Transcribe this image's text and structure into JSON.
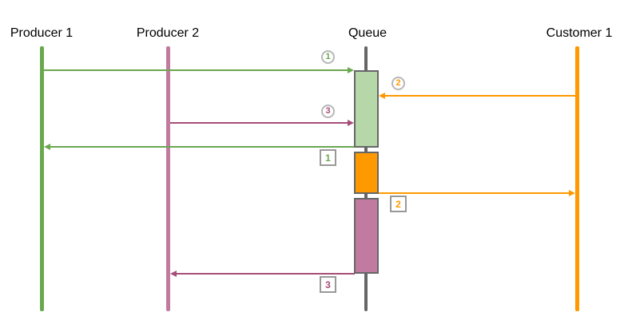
{
  "diagram": {
    "type": "sequence-diagram",
    "background": "#ffffff",
    "actors": [
      {
        "name": "Producer 1",
        "lifeline_color": "#6aa84f"
      },
      {
        "name": "Producer 2",
        "lifeline_color": "#c27ba0"
      },
      {
        "name": "Queue",
        "lifeline_color": "#666666"
      },
      {
        "name": "Customer 1",
        "lifeline_color": "#ff9900"
      }
    ],
    "activations": [
      {
        "on": "Queue",
        "fill": "#b6d7a8",
        "border": "#666666",
        "order": 1
      },
      {
        "on": "Queue",
        "fill": "#ff9900",
        "border": "#666666",
        "order": 2
      },
      {
        "on": "Queue",
        "fill": "#c27ba0",
        "border": "#666666",
        "order": 3
      }
    ],
    "messages": [
      {
        "label": "1",
        "marker": "circle",
        "color": "#6aa84f",
        "from": "Producer 1",
        "to": "Queue",
        "direction": "right"
      },
      {
        "label": "2",
        "marker": "circle",
        "color": "#ff9900",
        "from": "Customer 1",
        "to": "Queue",
        "direction": "left"
      },
      {
        "label": "3",
        "marker": "circle",
        "color": "#a64d79",
        "from": "Producer 2",
        "to": "Queue",
        "direction": "right"
      },
      {
        "label": "1",
        "marker": "square",
        "color": "#6aa84f",
        "from": "Queue",
        "to": "Producer 1",
        "direction": "left"
      },
      {
        "label": "2",
        "marker": "square",
        "color": "#ff9900",
        "from": "Queue",
        "to": "Customer 1",
        "direction": "right"
      },
      {
        "label": "3",
        "marker": "square",
        "color": "#a64d79",
        "from": "Queue",
        "to": "Producer 2",
        "direction": "left"
      }
    ],
    "marker_styles": {
      "circle_border": "#b7b7b7",
      "square_border": "#999999"
    }
  }
}
